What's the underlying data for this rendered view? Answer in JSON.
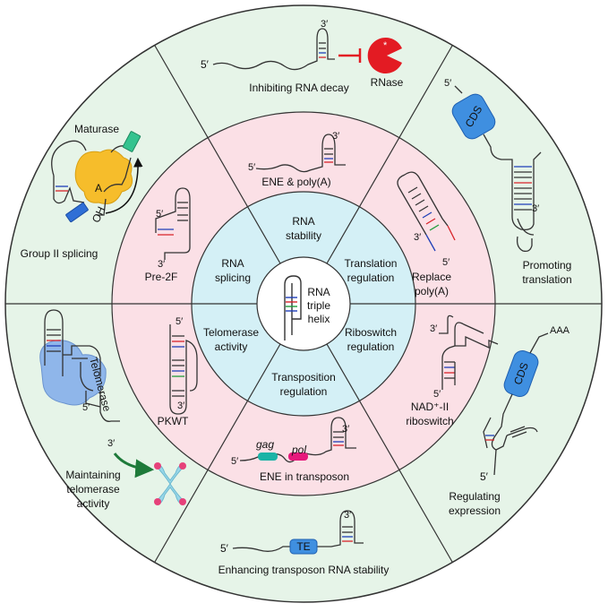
{
  "center": {
    "line1": "RNA",
    "line2": "triple",
    "line3": "helix"
  },
  "inner": {
    "stability": [
      "RNA",
      "stability"
    ],
    "translation": [
      "Translation",
      "regulation"
    ],
    "riboswitch": [
      "Riboswitch",
      "regulation"
    ],
    "transposition": [
      "Transposition",
      "regulation"
    ],
    "telomerase": [
      "Telomerase",
      "activity"
    ],
    "splicing": [
      "RNA",
      "splicing"
    ]
  },
  "middle": {
    "ene_polya": "ENE & poly(A)",
    "replace_polya": [
      "Replace",
      "poly(A)"
    ],
    "nad_riboswitch": [
      "NAD⁺-II",
      "riboswitch"
    ],
    "ene_transposon": "ENE in transposon",
    "gag": "gag",
    "pol": "pol",
    "pkwt": "PKWT",
    "pre2f": "Pre-2F"
  },
  "outer": {
    "inhibiting_decay": "Inhibiting RNA decay",
    "rnase": "RNase",
    "promoting_translation": [
      "Promoting",
      "translation"
    ],
    "cds": "CDS",
    "regulating_expression": [
      "Regulating",
      "expression"
    ],
    "aaa": "AAA",
    "enhancing_transposon": "Enhancing transposon RNA stability",
    "te": "TE",
    "maintaining_telomerase": [
      "Maintaining",
      "telomerase",
      "activity"
    ],
    "telomerase": "Telomerase",
    "group2": "Group II splicing",
    "maturase": "Maturase",
    "a": "A",
    "oh": "OH"
  },
  "ends": {
    "five": "5′",
    "three": "3′"
  },
  "colors": {
    "outer_ring": "#e6f4e8",
    "middle_ring": "#fbe0e6",
    "inner_ring": "#d4f0f6",
    "center": "#ffffff",
    "cds_box": "#3f8fe0",
    "rnase": "#e31b23",
    "maturase": "#f6bd2b",
    "telomerase_blob": "#8fb6ea",
    "gag_box": "#1ab3a6",
    "pol_box": "#e6197c",
    "exon_green": "#34c38f",
    "exon_blue": "#2f6fd6",
    "strand_blue": "#1f3fb8",
    "strand_red": "#d8232a",
    "strand_green": "#1f9d3a",
    "arrow_green": "#1e7a3a",
    "chromosome": "#9ad7e8",
    "chromosome_tip": "#e6417a"
  }
}
